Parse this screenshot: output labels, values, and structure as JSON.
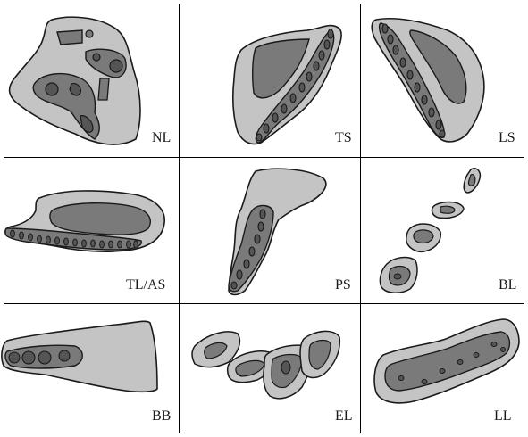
{
  "colors": {
    "outer": "#c4c4c4",
    "inner": "#7a7a7a",
    "dark": "#555555",
    "stroke": "#1a1a1a"
  },
  "panels": [
    {
      "id": "NL",
      "label": "NL"
    },
    {
      "id": "TS",
      "label": "TS"
    },
    {
      "id": "LS",
      "label": "LS"
    },
    {
      "id": "TLAS",
      "label": "TL/AS"
    },
    {
      "id": "PS",
      "label": "PS"
    },
    {
      "id": "BL",
      "label": "BL"
    },
    {
      "id": "BB",
      "label": "BB"
    },
    {
      "id": "EL",
      "label": "EL"
    },
    {
      "id": "LL",
      "label": "LL"
    }
  ]
}
